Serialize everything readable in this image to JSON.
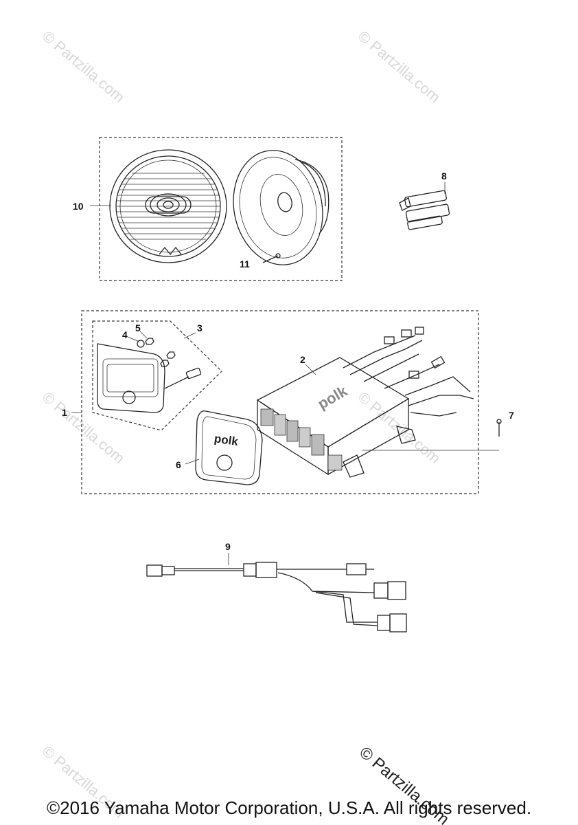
{
  "callouts": [
    {
      "id": "1",
      "label": "1"
    },
    {
      "id": "2",
      "label": "2"
    },
    {
      "id": "3",
      "label": "3"
    },
    {
      "id": "4",
      "label": "4"
    },
    {
      "id": "5",
      "label": "5"
    },
    {
      "id": "6",
      "label": "6"
    },
    {
      "id": "7",
      "label": "7"
    },
    {
      "id": "8",
      "label": "8"
    },
    {
      "id": "9",
      "label": "9"
    },
    {
      "id": "10",
      "label": "10"
    },
    {
      "id": "11",
      "label": "11"
    }
  ],
  "brand_text": "polk",
  "watermark": "© Partzilla.com",
  "copyright": "©2016 Yamaha Motor Corporation, U.S.A. All rights reserved."
}
